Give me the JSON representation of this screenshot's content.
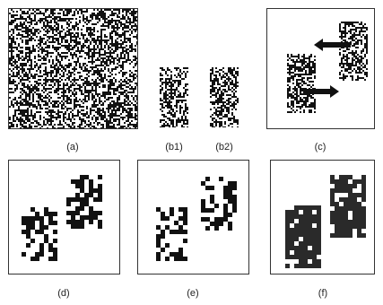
{
  "captions": {
    "a": "(a)",
    "b1": "(b1)",
    "b2": "(b2)",
    "c": "(c)",
    "d": "(d)",
    "e": "(e)",
    "f": "(f)"
  },
  "colors": {
    "ink": "#111111",
    "frame": "#333333",
    "paper": "#ffffff",
    "solid": "#2a2a2a"
  },
  "icons": {
    "arrow_left": "arrow-left-icon",
    "arrow_right": "arrow-right-icon"
  }
}
